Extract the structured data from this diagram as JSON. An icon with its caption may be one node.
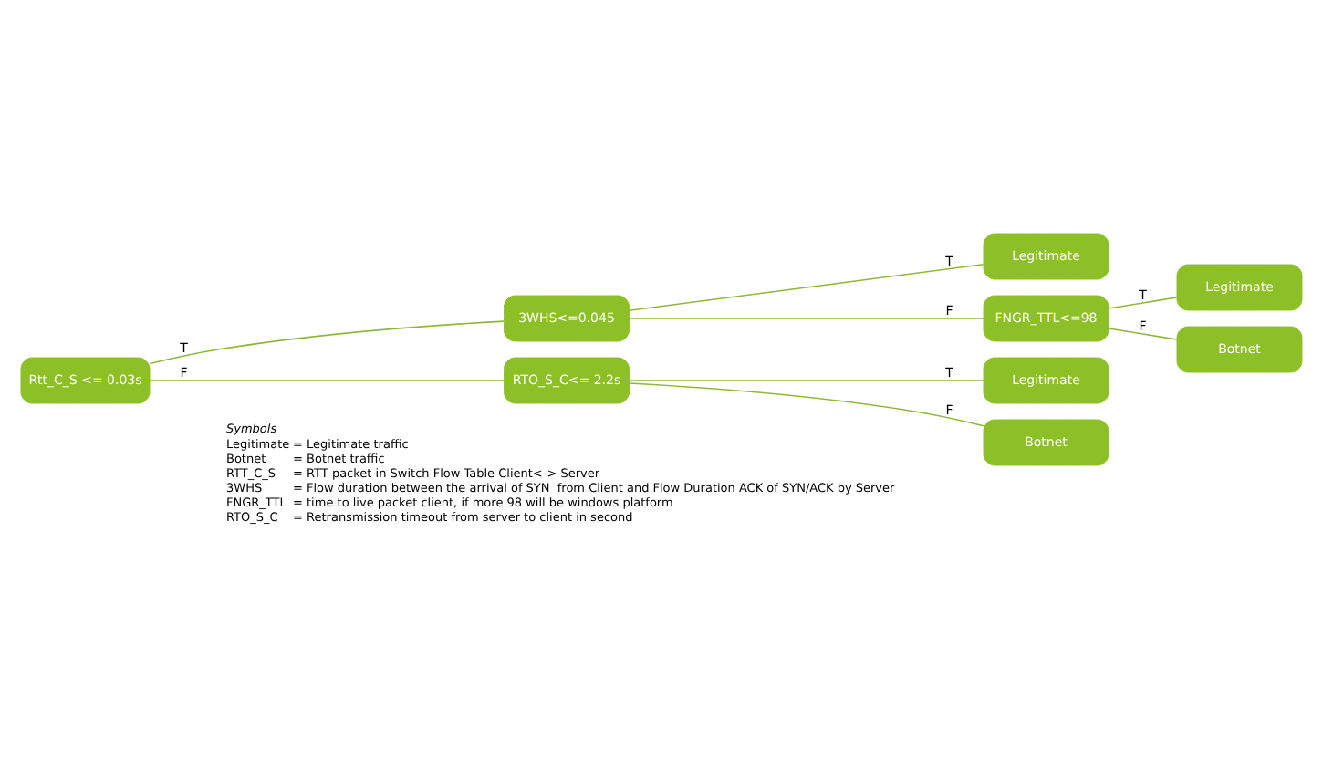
{
  "diagram": {
    "nodes": [
      {
        "text": [
          "Rtt_C_S <= 0.03s"
        ]
      },
      {
        "text": [
          "3WHS<=0.045"
        ]
      },
      {
        "text": [
          "Legitimate"
        ]
      },
      {
        "text": [
          "FNGR_TTL<=98"
        ]
      },
      {
        "text": [
          "Legitimate"
        ]
      },
      {
        "text": [
          "Botnet"
        ]
      },
      {
        "text": [
          "RTO_S_C<= 2.2s"
        ]
      },
      {
        "text": [
          "Legitimate"
        ]
      },
      {
        "text": [
          "Botnet"
        ]
      }
    ],
    "edges": [
      {
        "from": 0,
        "to": 1,
        "arrow": "none",
        "label": "T"
      },
      {
        "from": 0,
        "to": 6,
        "arrow": "none",
        "label": "F"
      },
      {
        "from": 1,
        "to": 2,
        "arrow": "none",
        "label": "T"
      },
      {
        "from": 1,
        "to": 3,
        "arrow": "none",
        "label": "F"
      },
      {
        "from": 3,
        "to": 4,
        "arrow": "none",
        "label": "T"
      },
      {
        "from": 3,
        "to": 5,
        "arrow": "none",
        "label": "F"
      },
      {
        "from": 6,
        "to": 7,
        "arrow": "none",
        "label": "T"
      },
      {
        "from": 6,
        "to": 8,
        "arrow": "none",
        "label": "F"
      }
    ],
    "labels": [
      "Symbols",
      "Legitimate",
      "= Legitimate traffic",
      "Botnet",
      "= Botnet traffic",
      "RTT_C_S",
      "= RTT packet in Switch Flow Table Client<-> Server",
      "3WHS",
      "= Flow duration between the arrival of SYN  from Client and Flow Duration ACK of SYN/ACK by Server",
      "FNGR_TTL",
      "= time to live packet client, if more 98 will be windows platform",
      "RTO_S_C",
      "= Retransmission timeout from server to client in second"
    ]
  }
}
